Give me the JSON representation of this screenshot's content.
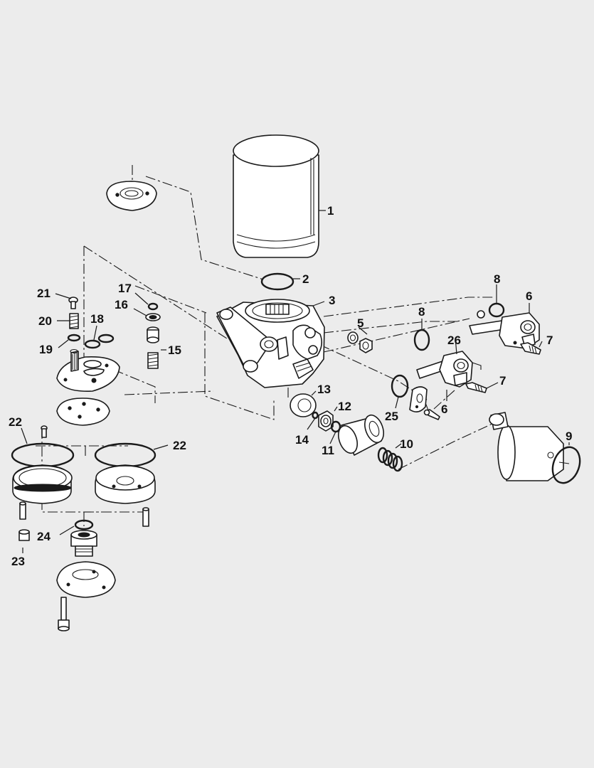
{
  "diagram": {
    "callouts": [
      {
        "id": "c1",
        "label": "1"
      },
      {
        "id": "c2",
        "label": "2"
      },
      {
        "id": "c3",
        "label": "3"
      },
      {
        "id": "c5",
        "label": "5"
      },
      {
        "id": "c8a",
        "label": "8"
      },
      {
        "id": "c6a",
        "label": "6"
      },
      {
        "id": "c7a",
        "label": "7"
      },
      {
        "id": "c8b",
        "label": "8"
      },
      {
        "id": "c26",
        "label": "26"
      },
      {
        "id": "c7b",
        "label": "7"
      },
      {
        "id": "c6b",
        "label": "6"
      },
      {
        "id": "c25",
        "label": "25"
      },
      {
        "id": "c13",
        "label": "13"
      },
      {
        "id": "c12",
        "label": "12"
      },
      {
        "id": "c14",
        "label": "14"
      },
      {
        "id": "c11",
        "label": "11"
      },
      {
        "id": "c10",
        "label": "10"
      },
      {
        "id": "c9",
        "label": "9"
      },
      {
        "id": "c21",
        "label": "21"
      },
      {
        "id": "c17",
        "label": "17"
      },
      {
        "id": "c16",
        "label": "16"
      },
      {
        "id": "c20",
        "label": "20"
      },
      {
        "id": "c18",
        "label": "18"
      },
      {
        "id": "c19",
        "label": "19"
      },
      {
        "id": "c15",
        "label": "15"
      },
      {
        "id": "c22a",
        "label": "22"
      },
      {
        "id": "c22b",
        "label": "22"
      },
      {
        "id": "c24",
        "label": "24"
      },
      {
        "id": "c23",
        "label": "23"
      }
    ]
  }
}
